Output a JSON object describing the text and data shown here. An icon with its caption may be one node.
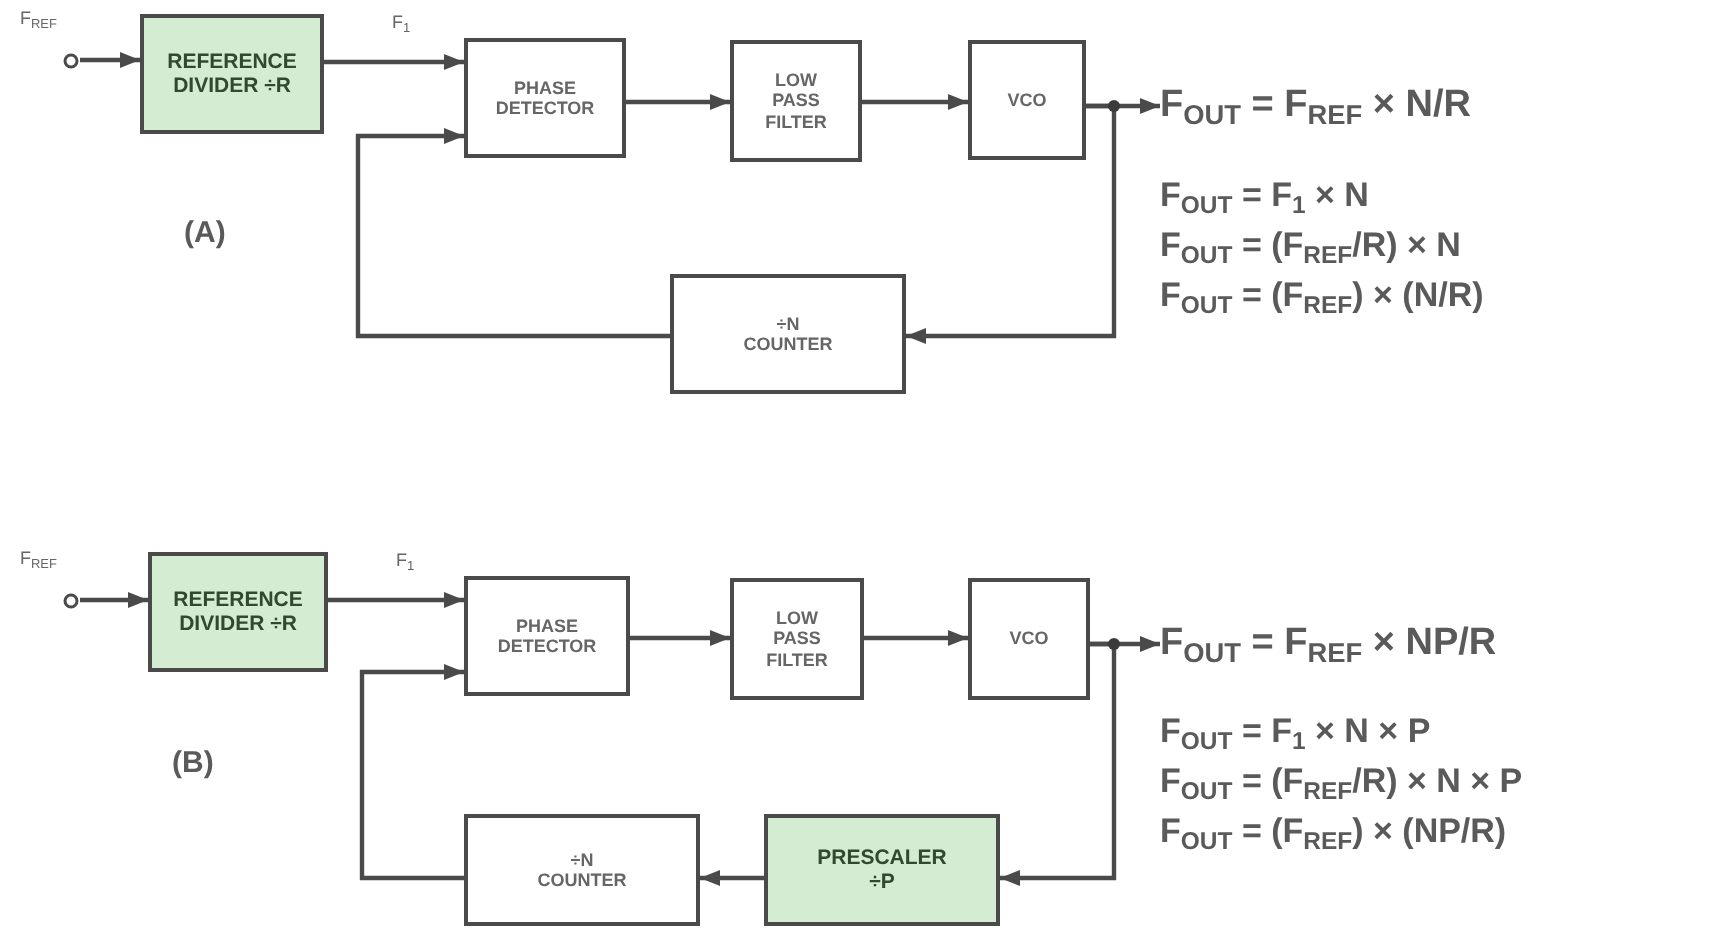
{
  "diagram": {
    "nodes": [
      {
        "text": [
          "F$_{REF}$"
        ]
      },
      {
        "text": [
          "REFERENCE DIVIDER ÷R"
        ]
      },
      {
        "text": [
          "PHASE DETECTOR"
        ]
      },
      {
        "text": [
          "LOW PASS FILTER"
        ]
      },
      {
        "text": [
          "VCO"
        ]
      },
      {
        "text": [
          "÷N COUNTER"
        ]
      },
      {
        "text": [
          "F$_{OUT}$ = F$_{REF}$ × N/R"
        ]
      },
      {
        "text": [
          "F$_{REF}$"
        ]
      },
      {
        "text": [
          "REFERENCE DIVIDER ÷R"
        ]
      },
      {
        "text": [
          "PHASE DETECTOR"
        ]
      },
      {
        "text": [
          "LOW PASS FILTER"
        ]
      },
      {
        "text": [
          "VCO"
        ]
      },
      {
        "text": [
          "PRESCALER ÷P"
        ]
      },
      {
        "text": [
          "÷N COUNTER"
        ]
      },
      {
        "text": [
          "F$_{OUT}$ = F$_{REF}$ × NP/R"
        ]
      }
    ],
    "edges": [
      {
        "from": 0,
        "to": 1,
        "arrow": "to"
      },
      {
        "from": 1,
        "to": 2,
        "arrow": "to",
        "label": "F$_{1}$"
      },
      {
        "from": 2,
        "to": 3,
        "arrow": "to"
      },
      {
        "from": 3,
        "to": 4,
        "arrow": "to"
      },
      {
        "from": 4,
        "to": 6,
        "arrow": "to"
      },
      {
        "from": 4,
        "to": 5,
        "arrow": "to"
      },
      {
        "from": 5,
        "to": 2,
        "arrow": "to"
      },
      {
        "from": 7,
        "to": 8,
        "arrow": "to"
      },
      {
        "from": 8,
        "to": 9,
        "arrow": "to",
        "label": "F$_{1}$"
      },
      {
        "from": 9,
        "to": 10,
        "arrow": "to"
      },
      {
        "from": 10,
        "to": 11,
        "arrow": "to"
      },
      {
        "from": 11,
        "to": 14,
        "arrow": "to"
      },
      {
        "from": 11,
        "to": 12,
        "arrow": "to"
      },
      {
        "from": 12,
        "to": 13,
        "arrow": "to"
      },
      {
        "from": 13,
        "to": 9,
        "arrow": "to"
      }
    ],
    "labels": [
      "(A)",
      "F$_{OUT}$ = F$_{1}$ × N",
      "F$_{OUT}$ = (F$_{REF}$/R) × N",
      "F$_{OUT}$ = (F$_{REF}$) × (N/R)",
      "(B)",
      "F$_{OUT}$ = F$_{1}$ × N × P",
      "F$_{OUT}$ = (F$_{REF}$/R) × N × P",
      "F$_{OUT}$ = (F$_{REF}$) × (NP/R)"
    ]
  }
}
